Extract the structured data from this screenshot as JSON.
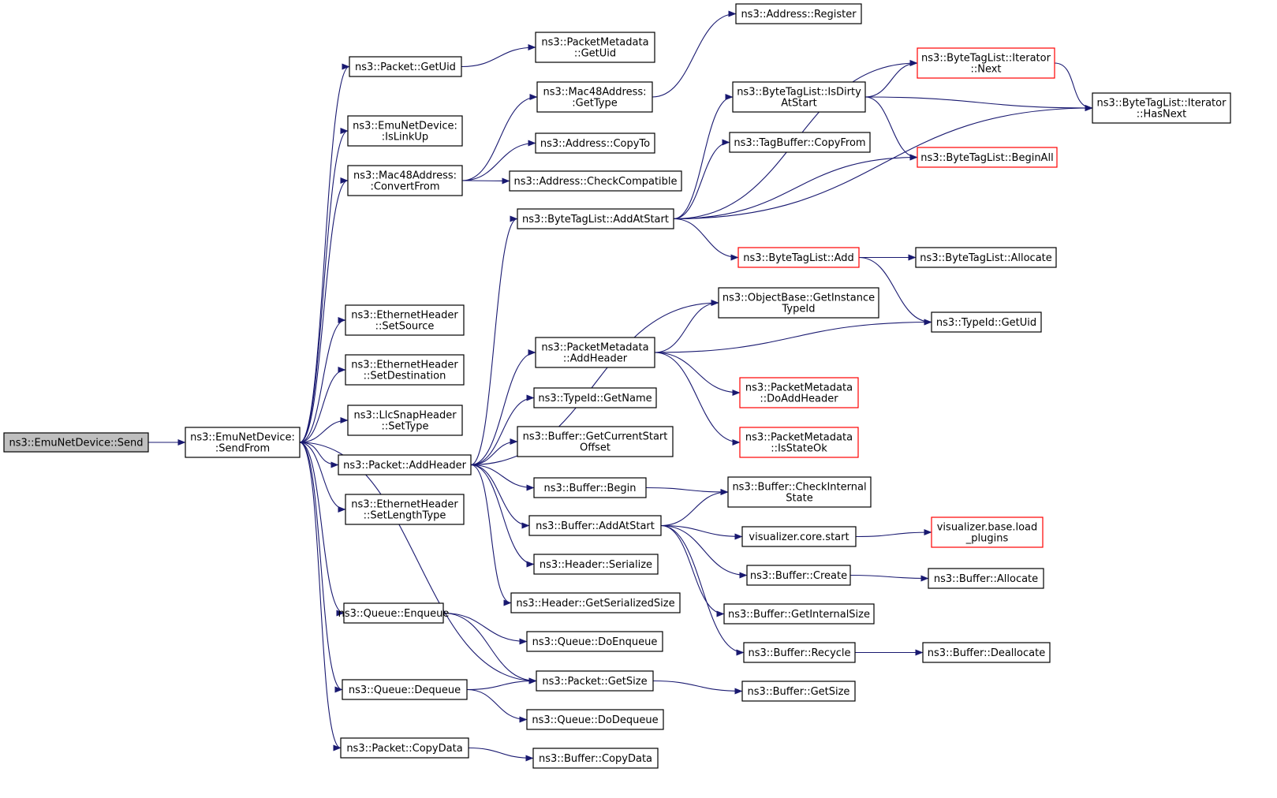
{
  "colors": {
    "edge": "#191970",
    "root_fill": "#bfbfbf",
    "red_border": "#ff0000",
    "border": "#000000"
  },
  "nodes": {
    "send": [
      "ns3::EmuNetDevice::Send"
    ],
    "sendfrom": [
      "ns3::EmuNetDevice:",
      ":SendFrom"
    ],
    "pkt_getuid": [
      "ns3::Packet::GetUid"
    ],
    "islinkup": [
      "ns3::EmuNetDevice:",
      ":IsLinkUp"
    ],
    "mac_convert": [
      "ns3::Mac48Address:",
      ":ConvertFrom"
    ],
    "eth_src": [
      "ns3::EthernetHeader",
      "::SetSource"
    ],
    "eth_dst": [
      "ns3::EthernetHeader",
      "::SetDestination"
    ],
    "llc_settype": [
      "ns3::LlcSnapHeader",
      "::SetType"
    ],
    "pkt_addheader": [
      "ns3::Packet::AddHeader"
    ],
    "eth_lentype": [
      "ns3::EthernetHeader",
      "::SetLengthType"
    ],
    "q_enqueue": [
      "ns3::Queue::Enqueue"
    ],
    "q_dequeue": [
      "ns3::Queue::Dequeue"
    ],
    "pkt_copydata": [
      "ns3::Packet::CopyData"
    ],
    "pm_getuid": [
      "ns3::PacketMetadata",
      "::GetUid"
    ],
    "mac_gettype": [
      "ns3::Mac48Address:",
      ":GetType"
    ],
    "addr_copyto": [
      "ns3::Address::CopyTo"
    ],
    "addr_checkcompat": [
      "ns3::Address::CheckCompatible"
    ],
    "btl_addatstart": [
      "ns3::ByteTagList::AddAtStart"
    ],
    "pm_addheader": [
      "ns3::PacketMetadata",
      "::AddHeader"
    ],
    "typeid_getname": [
      "ns3::TypeId::GetName"
    ],
    "buf_getcurstart": [
      "ns3::Buffer::GetCurrentStart",
      "Offset"
    ],
    "buf_begin": [
      "ns3::Buffer::Begin"
    ],
    "buf_addatstart": [
      "ns3::Buffer::AddAtStart"
    ],
    "hdr_serialize": [
      "ns3::Header::Serialize"
    ],
    "hdr_getsersize": [
      "ns3::Header::GetSerializedSize"
    ],
    "q_doenqueue": [
      "ns3::Queue::DoEnqueue"
    ],
    "pkt_getsize": [
      "ns3::Packet::GetSize"
    ],
    "q_dodequeue": [
      "ns3::Queue::DoDequeue"
    ],
    "buf_copydata": [
      "ns3::Buffer::CopyData"
    ],
    "addr_register": [
      "ns3::Address::Register"
    ],
    "btl_isdirty": [
      "ns3::ByteTagList::IsDirty",
      "AtStart"
    ],
    "tagbuf_copyfrom": [
      "ns3::TagBuffer::CopyFrom"
    ],
    "btl_add": [
      "ns3::ByteTagList::Add"
    ],
    "objbase_getinst": [
      "ns3::ObjectBase::GetInstance",
      "TypeId"
    ],
    "pm_doaddheader": [
      "ns3::PacketMetadata",
      "::DoAddHeader"
    ],
    "pm_isstateok": [
      "ns3::PacketMetadata",
      "::IsStateOk"
    ],
    "buf_checkinternal": [
      "ns3::Buffer::CheckInternal",
      "State"
    ],
    "vis_core_start": [
      "visualizer.core.start"
    ],
    "buf_create": [
      "ns3::Buffer::Create"
    ],
    "buf_getinternalsize": [
      "ns3::Buffer::GetInternalSize"
    ],
    "buf_recycle": [
      "ns3::Buffer::Recycle"
    ],
    "buf_getsize": [
      "ns3::Buffer::GetSize"
    ],
    "btl_iter_next": [
      "ns3::ByteTagList::Iterator",
      "::Next"
    ],
    "btl_beginall": [
      "ns3::ByteTagList::BeginAll"
    ],
    "btl_allocate": [
      "ns3::ByteTagList::Allocate"
    ],
    "typeid_getuid": [
      "ns3::TypeId::GetUid"
    ],
    "vis_base_load": [
      "visualizer.base.load",
      "_plugins"
    ],
    "buf_allocate": [
      "ns3::Buffer::Allocate"
    ],
    "buf_deallocate": [
      "ns3::Buffer::Deallocate"
    ],
    "btl_iter_hasnext": [
      "ns3::ByteTagList::Iterator",
      "::HasNext"
    ]
  },
  "red_nodes": [
    "btl_iter_next",
    "btl_beginall",
    "btl_add",
    "pm_doaddheader",
    "pm_isstateok",
    "vis_base_load"
  ],
  "root_node": "send",
  "edges": [
    [
      "send",
      "sendfrom"
    ],
    [
      "sendfrom",
      "pkt_getuid"
    ],
    [
      "sendfrom",
      "islinkup"
    ],
    [
      "sendfrom",
      "mac_convert"
    ],
    [
      "sendfrom",
      "eth_src"
    ],
    [
      "sendfrom",
      "eth_dst"
    ],
    [
      "sendfrom",
      "llc_settype"
    ],
    [
      "sendfrom",
      "pkt_addheader"
    ],
    [
      "sendfrom",
      "eth_lentype"
    ],
    [
      "sendfrom",
      "q_enqueue"
    ],
    [
      "sendfrom",
      "pkt_getsize"
    ],
    [
      "sendfrom",
      "q_dequeue"
    ],
    [
      "sendfrom",
      "pkt_copydata"
    ],
    [
      "pkt_getuid",
      "pm_getuid"
    ],
    [
      "mac_convert",
      "mac_gettype"
    ],
    [
      "mac_convert",
      "addr_copyto"
    ],
    [
      "mac_convert",
      "addr_checkcompat"
    ],
    [
      "mac_gettype",
      "addr_register"
    ],
    [
      "pkt_addheader",
      "btl_addatstart"
    ],
    [
      "pkt_addheader",
      "objbase_getinst"
    ],
    [
      "pkt_addheader",
      "pm_addheader"
    ],
    [
      "pkt_addheader",
      "typeid_getname"
    ],
    [
      "pkt_addheader",
      "buf_getcurstart"
    ],
    [
      "pkt_addheader",
      "buf_begin"
    ],
    [
      "pkt_addheader",
      "buf_addatstart"
    ],
    [
      "pkt_addheader",
      "hdr_serialize"
    ],
    [
      "pkt_addheader",
      "hdr_getsersize"
    ],
    [
      "q_enqueue",
      "q_doenqueue"
    ],
    [
      "q_enqueue",
      "pkt_getsize"
    ],
    [
      "q_dequeue",
      "pkt_getsize"
    ],
    [
      "q_dequeue",
      "q_dodequeue"
    ],
    [
      "pkt_copydata",
      "buf_copydata"
    ],
    [
      "pkt_getsize",
      "buf_getsize"
    ],
    [
      "btl_addatstart",
      "btl_iter_next"
    ],
    [
      "btl_addatstart",
      "btl_isdirty"
    ],
    [
      "btl_addatstart",
      "tagbuf_copyfrom"
    ],
    [
      "btl_addatstart",
      "btl_beginall"
    ],
    [
      "btl_addatstart",
      "btl_iter_hasnext"
    ],
    [
      "btl_addatstart",
      "btl_add"
    ],
    [
      "btl_isdirty",
      "btl_iter_next"
    ],
    [
      "btl_isdirty",
      "btl_iter_hasnext"
    ],
    [
      "btl_isdirty",
      "btl_beginall"
    ],
    [
      "btl_iter_next",
      "btl_iter_hasnext"
    ],
    [
      "btl_add",
      "btl_allocate"
    ],
    [
      "btl_add",
      "typeid_getuid"
    ],
    [
      "pm_addheader",
      "objbase_getinst"
    ],
    [
      "pm_addheader",
      "typeid_getuid"
    ],
    [
      "pm_addheader",
      "pm_doaddheader"
    ],
    [
      "pm_addheader",
      "pm_isstateok"
    ],
    [
      "buf_begin",
      "buf_checkinternal"
    ],
    [
      "buf_addatstart",
      "buf_checkinternal"
    ],
    [
      "buf_addatstart",
      "vis_core_start"
    ],
    [
      "buf_addatstart",
      "buf_create"
    ],
    [
      "buf_addatstart",
      "buf_getinternalsize"
    ],
    [
      "buf_addatstart",
      "buf_recycle"
    ],
    [
      "vis_core_start",
      "vis_base_load"
    ],
    [
      "buf_create",
      "buf_allocate"
    ],
    [
      "buf_recycle",
      "buf_deallocate"
    ]
  ]
}
